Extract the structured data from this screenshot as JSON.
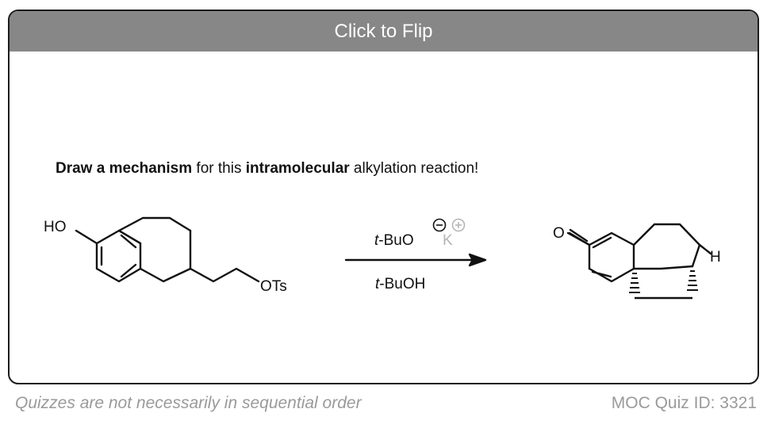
{
  "card": {
    "flip_label": "Click to Flip"
  },
  "question": {
    "part1": "Draw a mechanism",
    "part2": " for this ",
    "part3": "intramolecular",
    "part4": " alkylation reaction!"
  },
  "scheme": {
    "reactant_oh": "HO",
    "reactant_ots": "OTs",
    "reagent_base_prefix": "t",
    "reagent_base_rest": "-BuO",
    "reagent_counterion": "K",
    "solvent_prefix": "t",
    "solvent_rest": "-BuOH",
    "product_o": "O",
    "product_h": "H"
  },
  "footer": {
    "note": "Quizzes are not necessarily in sequential order",
    "quiz_id": "MOC Quiz ID: 3321"
  },
  "colors": {
    "flip_bar": "#878787",
    "footer_text": "#9a9a9a",
    "counterion": "#b5b5b5"
  }
}
